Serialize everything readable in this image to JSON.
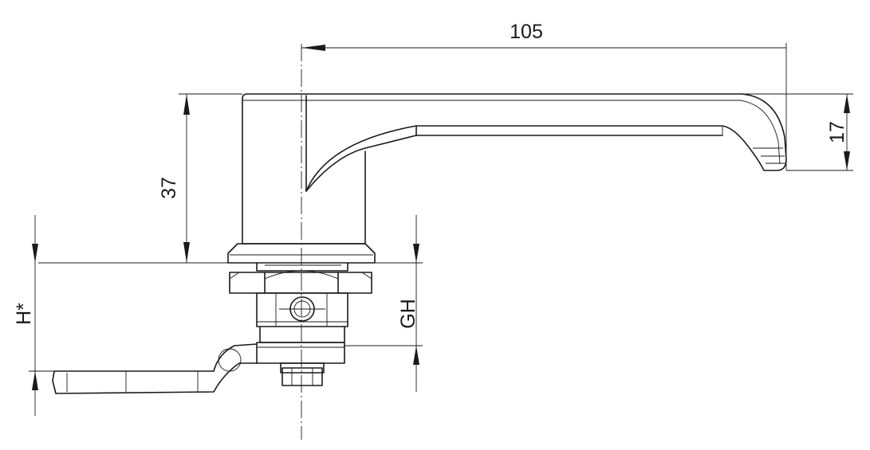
{
  "dimensions": {
    "handle_length": "105",
    "handle_height": "37",
    "lever_thickness": "17",
    "cam_height": "H*",
    "grip_range": "GH"
  },
  "colors": {
    "line": "#1a1a1a",
    "background": "#ffffff"
  }
}
